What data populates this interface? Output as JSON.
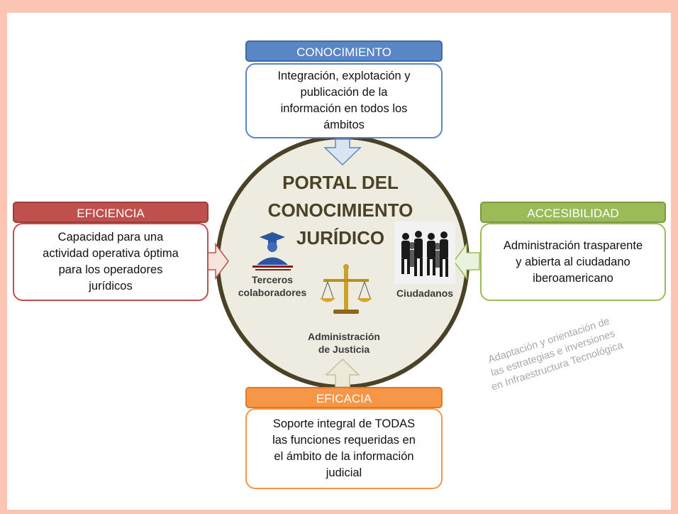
{
  "center": {
    "title_lines": [
      "PORTAL DEL",
      "CONOCIMIENTO",
      "JURÍDICO"
    ],
    "terceros": [
      "Terceros",
      "colaboradores"
    ],
    "ciudadanos": "Ciudadanos",
    "administracion": [
      "Administración",
      "de Justicia"
    ]
  },
  "top": {
    "header": "CONOCIMIENTO",
    "lines": [
      "Integración, explotación y",
      "publicación de la",
      "información en todos los",
      "ámbitos"
    ]
  },
  "left": {
    "header": "EFICIENCIA",
    "lines": [
      "Capacidad para una",
      "actividad operativa óptima",
      "para los operadores",
      "jurídicos"
    ]
  },
  "right": {
    "header": "ACCESIBILIDAD",
    "lines": [
      "Administración trasparente",
      "y abierta al ciudadano",
      "iberoamericano"
    ]
  },
  "bottom": {
    "header": "EFICACIA",
    "lines": [
      "Soporte integral de TODAS",
      "las funciones requeridas en",
      "el ámbito de la información",
      "judicial"
    ]
  },
  "note": [
    "Adaptación y orientación de",
    "las estrategias e inversiones",
    "en Infraestructura Tecnológica"
  ],
  "colors": {
    "blue": "#5b86c5",
    "red": "#c0504d",
    "green": "#9bbb59",
    "orange": "#f79646",
    "circle_fill": "#eeece1",
    "circle_border": "#4a4226"
  }
}
